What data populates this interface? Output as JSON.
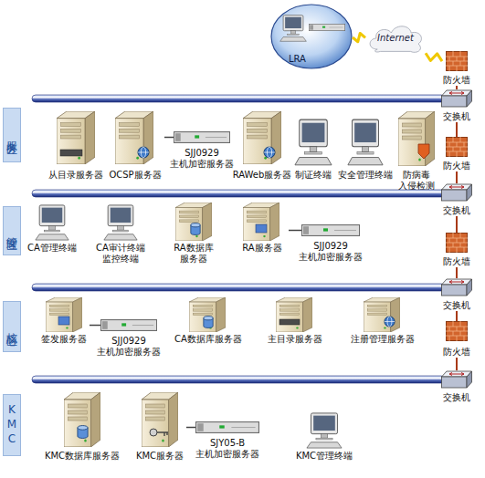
{
  "diagram": {
    "nodes": [
      {
        "text": [
          "LRA"
        ]
      },
      {
        "text": [
          "Internet"
        ]
      },
      {
        "text": [
          "防火墙"
        ]
      },
      {
        "text": [
          "服务区"
        ]
      },
      {
        "text": [
          "从目录服务器"
        ]
      },
      {
        "text": [
          "OCSP服务器"
        ]
      },
      {
        "text": [
          "SJJ0929 主机加密服务器"
        ]
      },
      {
        "text": [
          "RAWeb服务器"
        ]
      },
      {
        "text": [
          "制证终端"
        ]
      },
      {
        "text": [
          "安全管理终端"
        ]
      },
      {
        "text": [
          "防病毒 入侵检测"
        ]
      },
      {
        "text": [
          "交换机"
        ]
      },
      {
        "text": [
          "防火墙"
        ]
      },
      {
        "text": [
          "管理区"
        ]
      },
      {
        "text": [
          "CA管理终端"
        ]
      },
      {
        "text": [
          "CA审计终端 监控终端"
        ]
      },
      {
        "text": [
          "RA数据库 服务器"
        ]
      },
      {
        "text": [
          "RA服务器"
        ]
      },
      {
        "text": [
          "SJJ0929 主机加密服务器"
        ]
      },
      {
        "text": [
          "交换机"
        ]
      },
      {
        "text": [
          "防火墙"
        ]
      },
      {
        "text": [
          "核心区"
        ]
      },
      {
        "text": [
          "签发服务器"
        ]
      },
      {
        "text": [
          "SJJ0929 主机加密服务器"
        ]
      },
      {
        "text": [
          "CA数据库服务器"
        ]
      },
      {
        "text": [
          "主目录服务器"
        ]
      },
      {
        "text": [
          "注册管理服务器"
        ]
      },
      {
        "text": [
          "交换机"
        ]
      },
      {
        "text": [
          "防火墙"
        ]
      },
      {
        "text": [
          "KMC"
        ]
      },
      {
        "text": [
          "KMC数据库服务器"
        ]
      },
      {
        "text": [
          "KMC服务器"
        ]
      },
      {
        "text": [
          "SJY05-B 主机加密服务器"
        ]
      },
      {
        "text": [
          "KMC管理终端"
        ]
      },
      {
        "text": [
          "交换机"
        ]
      }
    ],
    "edges": [
      {
        "from": 0,
        "to": 1,
        "arrow": "none"
      },
      {
        "from": 1,
        "to": 2,
        "arrow": "none"
      },
      {
        "from": 2,
        "to": 11,
        "arrow": "none"
      },
      {
        "from": 11,
        "to": 12,
        "arrow": "none"
      },
      {
        "from": 12,
        "to": 19,
        "arrow": "none"
      },
      {
        "from": 19,
        "to": 20,
        "arrow": "none"
      },
      {
        "from": 20,
        "to": 27,
        "arrow": "none"
      },
      {
        "from": 27,
        "to": 28,
        "arrow": "none"
      },
      {
        "from": 28,
        "to": 34,
        "arrow": "none"
      },
      {
        "from": 5,
        "to": 6,
        "arrow": "none"
      },
      {
        "from": 17,
        "to": 18,
        "arrow": "none"
      },
      {
        "from": 22,
        "to": 23,
        "arrow": "none"
      },
      {
        "from": 31,
        "to": 32,
        "arrow": "none"
      }
    ]
  }
}
